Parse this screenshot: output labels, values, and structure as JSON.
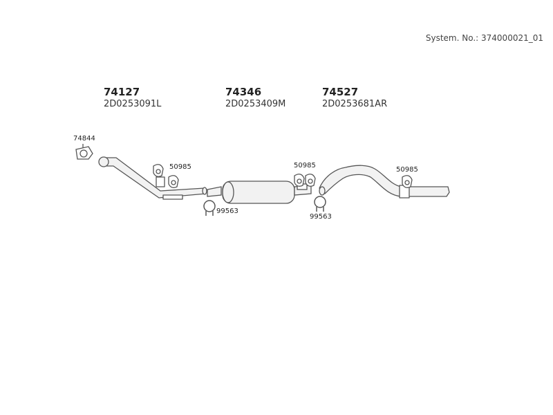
{
  "header": {
    "system_no": "System. No.: 374000021_01"
  },
  "parts": [
    {
      "number": "74127",
      "code": "2D0253091L"
    },
    {
      "number": "74346",
      "code": "2D0253409M"
    },
    {
      "number": "74527",
      "code": "2D0253681AR"
    }
  ],
  "callouts": {
    "gasket": "74844",
    "hanger_front": "50985",
    "clamp_front": "99563",
    "hanger_mid": "50985",
    "clamp_mid": "99563",
    "hanger_rear": "50985"
  },
  "colors": {
    "line": "#555555",
    "fill": "#f2f2f2"
  }
}
